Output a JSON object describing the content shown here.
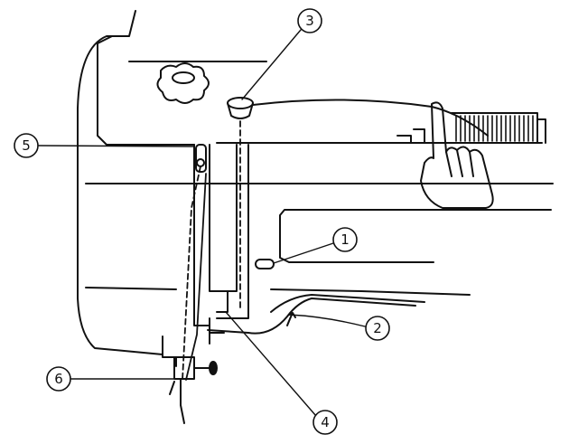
{
  "callouts": [
    {
      "id": "1",
      "label": "①"
    },
    {
      "id": "2",
      "label": "②"
    },
    {
      "id": "3",
      "label": "③"
    },
    {
      "id": "4",
      "label": "④"
    },
    {
      "id": "5",
      "label": "⑤"
    },
    {
      "id": "6",
      "label": "⑥"
    }
  ],
  "colors": {
    "ink": "#111111",
    "paper": "#ffffff"
  }
}
